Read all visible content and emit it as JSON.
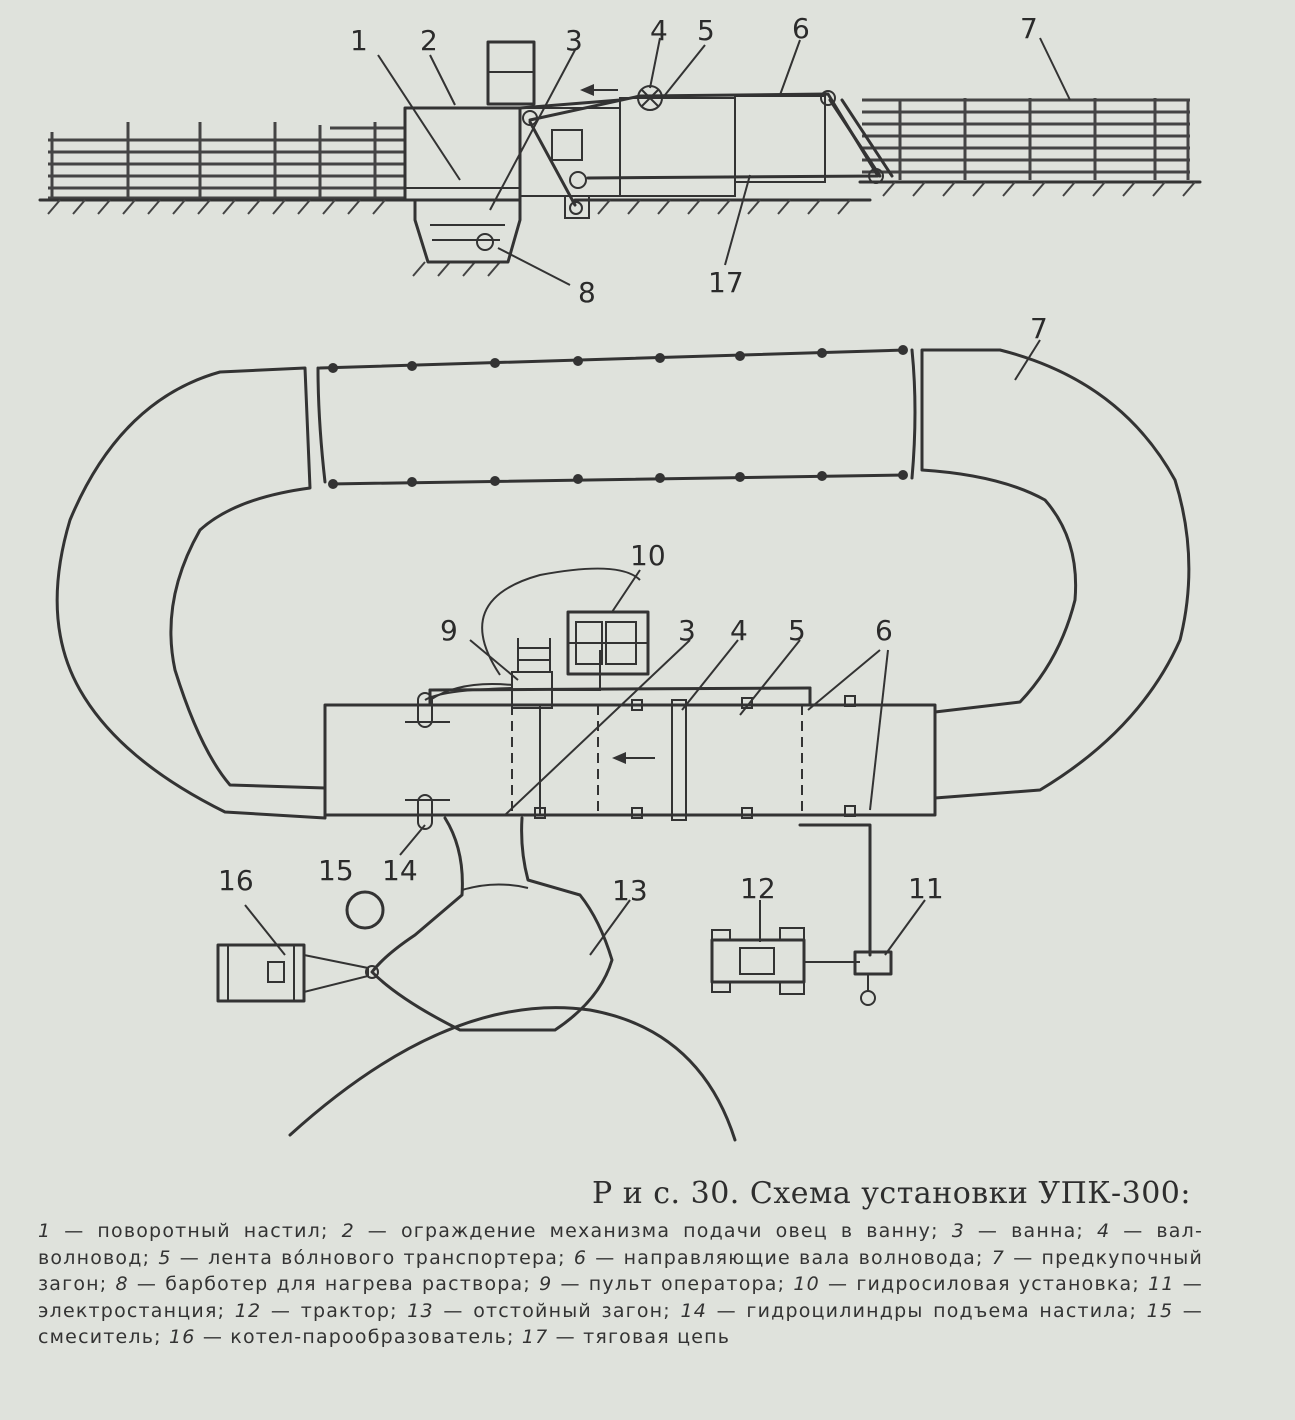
{
  "labels": {
    "side": [
      "1",
      "2",
      "3",
      "4",
      "5",
      "6",
      "7",
      "8",
      "17"
    ],
    "plan": [
      "7",
      "10",
      "9",
      "3",
      "4",
      "5",
      "6",
      "14",
      "15",
      "16",
      "13",
      "12",
      "11"
    ]
  },
  "caption": {
    "title": "Р и с. 30. Схема установки УПК-300:",
    "items": [
      {
        "n": "1",
        "text": " — поворотный настил; "
      },
      {
        "n": "2",
        "text": " — ограждение механизма подачи овец в ванну; "
      },
      {
        "n": "3",
        "text": " — ванна; "
      },
      {
        "n": "4",
        "text": " — вал-волновод; "
      },
      {
        "n": "5",
        "text": " — лента вóлнового транспортера; "
      },
      {
        "n": "6",
        "text": " — направляющие вала волновода; "
      },
      {
        "n": "7",
        "text": " — предкупочный загон; "
      },
      {
        "n": "8",
        "text": " — барботер для нагрева раствора; "
      },
      {
        "n": "9",
        "text": " — пульт оператора; "
      },
      {
        "n": "10",
        "text": " — гидросиловая установка; "
      },
      {
        "n": "11",
        "text": " — электростанция; "
      },
      {
        "n": "12",
        "text": " — трактор; "
      },
      {
        "n": "13",
        "text": " — отстойный загон; "
      },
      {
        "n": "14",
        "text": " — гидроцилиндры подъема настила; "
      },
      {
        "n": "15",
        "text": " — смеситель; "
      },
      {
        "n": "16",
        "text": " — котел-парообразователь; "
      },
      {
        "n": "17",
        "text": " — тяговая цепь"
      }
    ]
  },
  "colors": {
    "paper": "#dfe2dc",
    "ink": "#333333"
  }
}
